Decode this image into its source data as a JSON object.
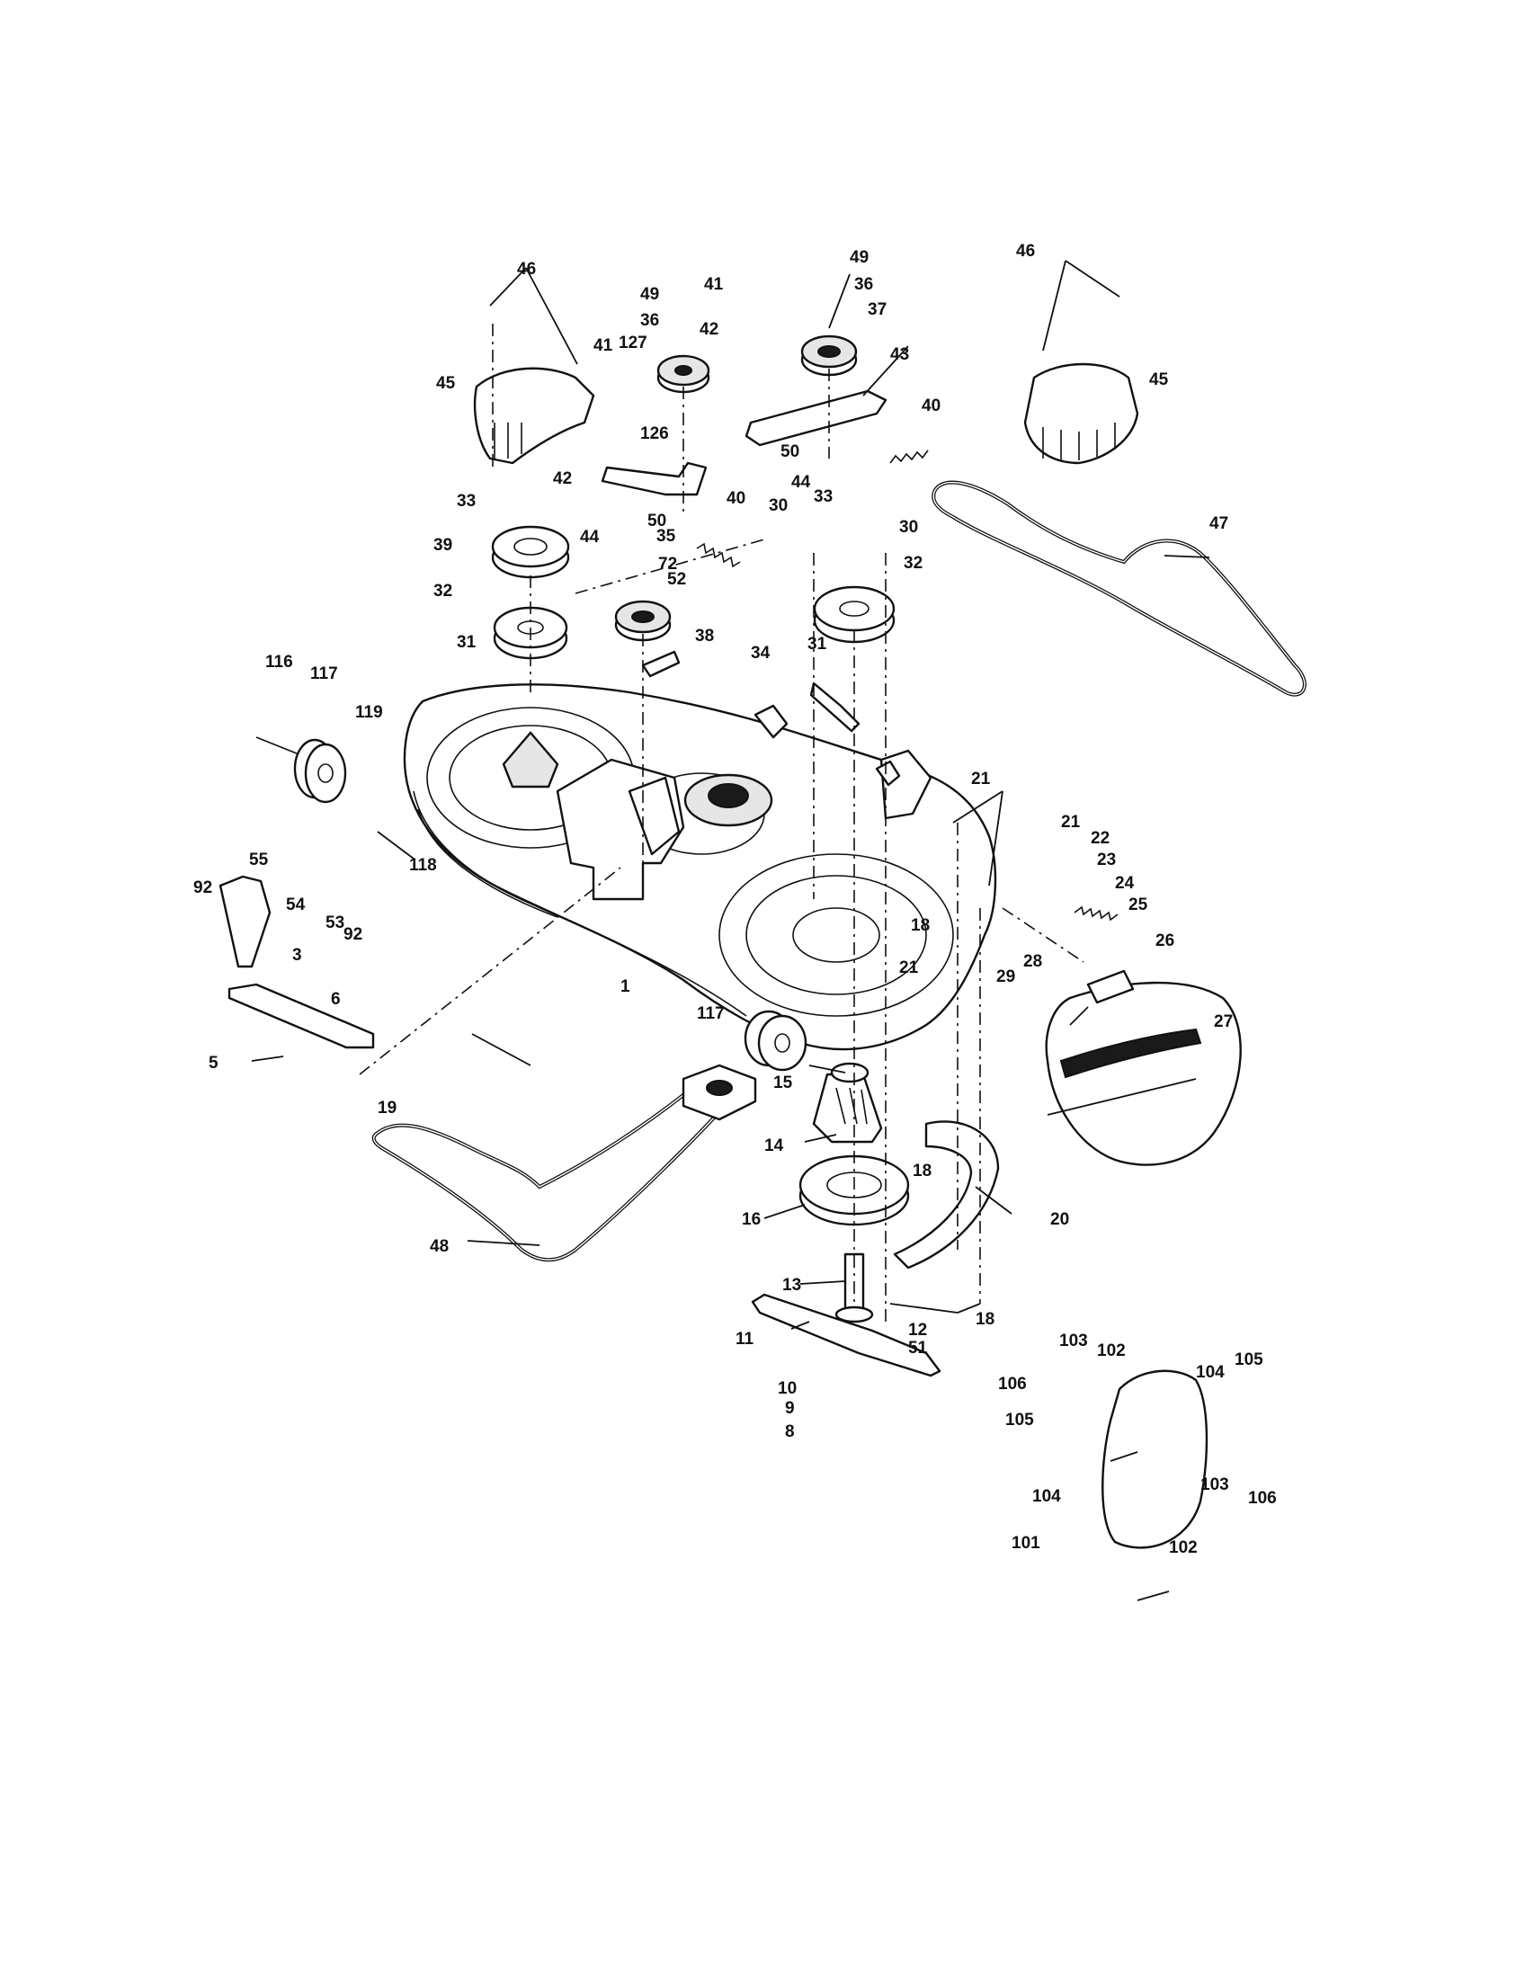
{
  "callouts": {
    "c1": "1",
    "c3": "3",
    "c5": "5",
    "c6": "6",
    "c8": "8",
    "c9": "9",
    "c10": "10",
    "c11": "11",
    "c12": "12",
    "c13": "13",
    "c14": "14",
    "c15": "15",
    "c16": "16",
    "c18a": "18",
    "c18b": "18",
    "c18c": "18",
    "c19": "19",
    "c20": "20",
    "c21a": "21",
    "c21b": "21",
    "c21c": "21",
    "c22": "22",
    "c23": "23",
    "c24": "24",
    "c25": "25",
    "c26": "26",
    "c27": "27",
    "c28": "28",
    "c29": "29",
    "c30a": "30",
    "c30b": "30",
    "c31a": "31",
    "c31b": "31",
    "c32a": "32",
    "c32b": "32",
    "c33a": "33",
    "c33b": "33",
    "c34": "34",
    "c35": "35",
    "c36a": "36",
    "c36b": "36",
    "c37": "37",
    "c38": "38",
    "c39": "39",
    "c40a": "40",
    "c40b": "40",
    "c41a": "41",
    "c41b": "41",
    "c42a": "42",
    "c42b": "42",
    "c43": "43",
    "c44a": "44",
    "c44b": "44",
    "c45a": "45",
    "c45b": "45",
    "c46a": "46",
    "c46b": "46",
    "c47": "47",
    "c48": "48",
    "c49a": "49",
    "c49b": "49",
    "c50a": "50",
    "c50b": "50",
    "c51": "51",
    "c52": "52",
    "c53": "53",
    "c54": "54",
    "c55": "55",
    "c72": "72",
    "c92a": "92",
    "c92b": "92",
    "c101": "101",
    "c102a": "102",
    "c102b": "102",
    "c103a": "103",
    "c103b": "103",
    "c104a": "104",
    "c104b": "104",
    "c105a": "105",
    "c105b": "105",
    "c106a": "106",
    "c106b": "106",
    "c116": "116",
    "c117a": "117",
    "c117b": "117",
    "c118": "118",
    "c119": "119",
    "c126": "126",
    "c127": "127"
  }
}
